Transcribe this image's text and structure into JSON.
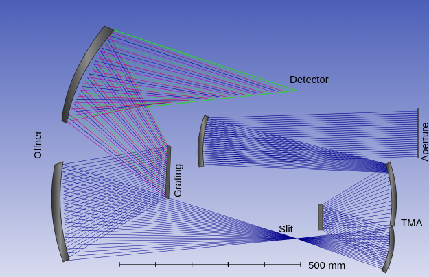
{
  "labels": {
    "detector": "Detector",
    "offner": "Offner",
    "grating": "Grating",
    "aperture": "Aperture",
    "slit": "Slit",
    "tma": "TMA",
    "scale": "500 mm"
  },
  "colors": {
    "background_top": "#4c5fb8",
    "background_bottom": "#d8dbef",
    "ray_blue": "#00008b",
    "ray_red": "#cc0044",
    "ray_green": "#33cc33",
    "ray_magenta": "#aa00aa",
    "mirror": "#555555"
  },
  "scale_bar": {
    "ticks": 6
  }
}
